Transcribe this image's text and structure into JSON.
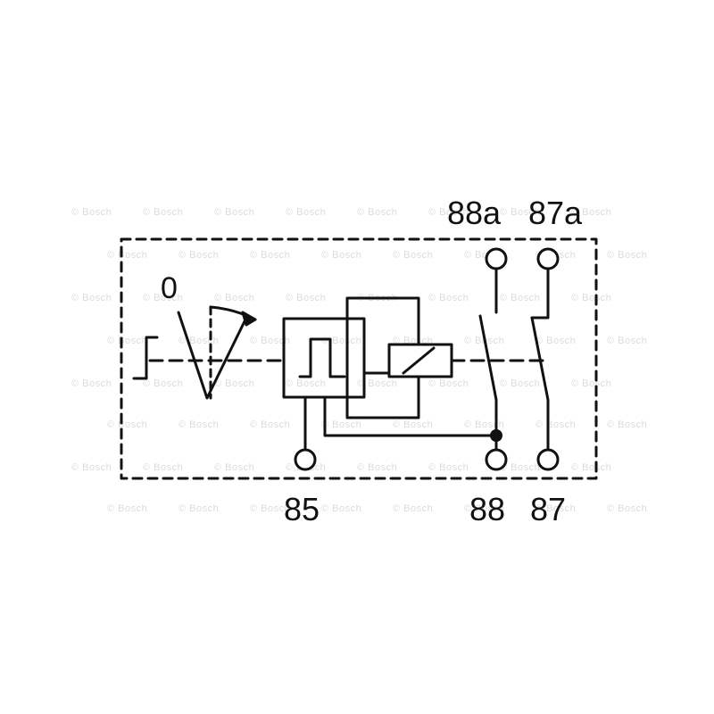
{
  "diagram": {
    "terminals": {
      "t88a": "88a",
      "t87a": "87a",
      "t85": "85",
      "t88": "88",
      "t87": "87"
    },
    "switch_position_label": "0",
    "watermark_text": "© Bosch",
    "colors": {
      "line": "#111111",
      "watermark": "#dcdcdc",
      "background": "#ffffff"
    },
    "icons": [
      "pushbutton-actuator-icon",
      "pulse-generator-icon",
      "relay-coil-icon",
      "changeover-contact-icon",
      "terminal-circle-icon",
      "junction-dot-icon"
    ]
  }
}
